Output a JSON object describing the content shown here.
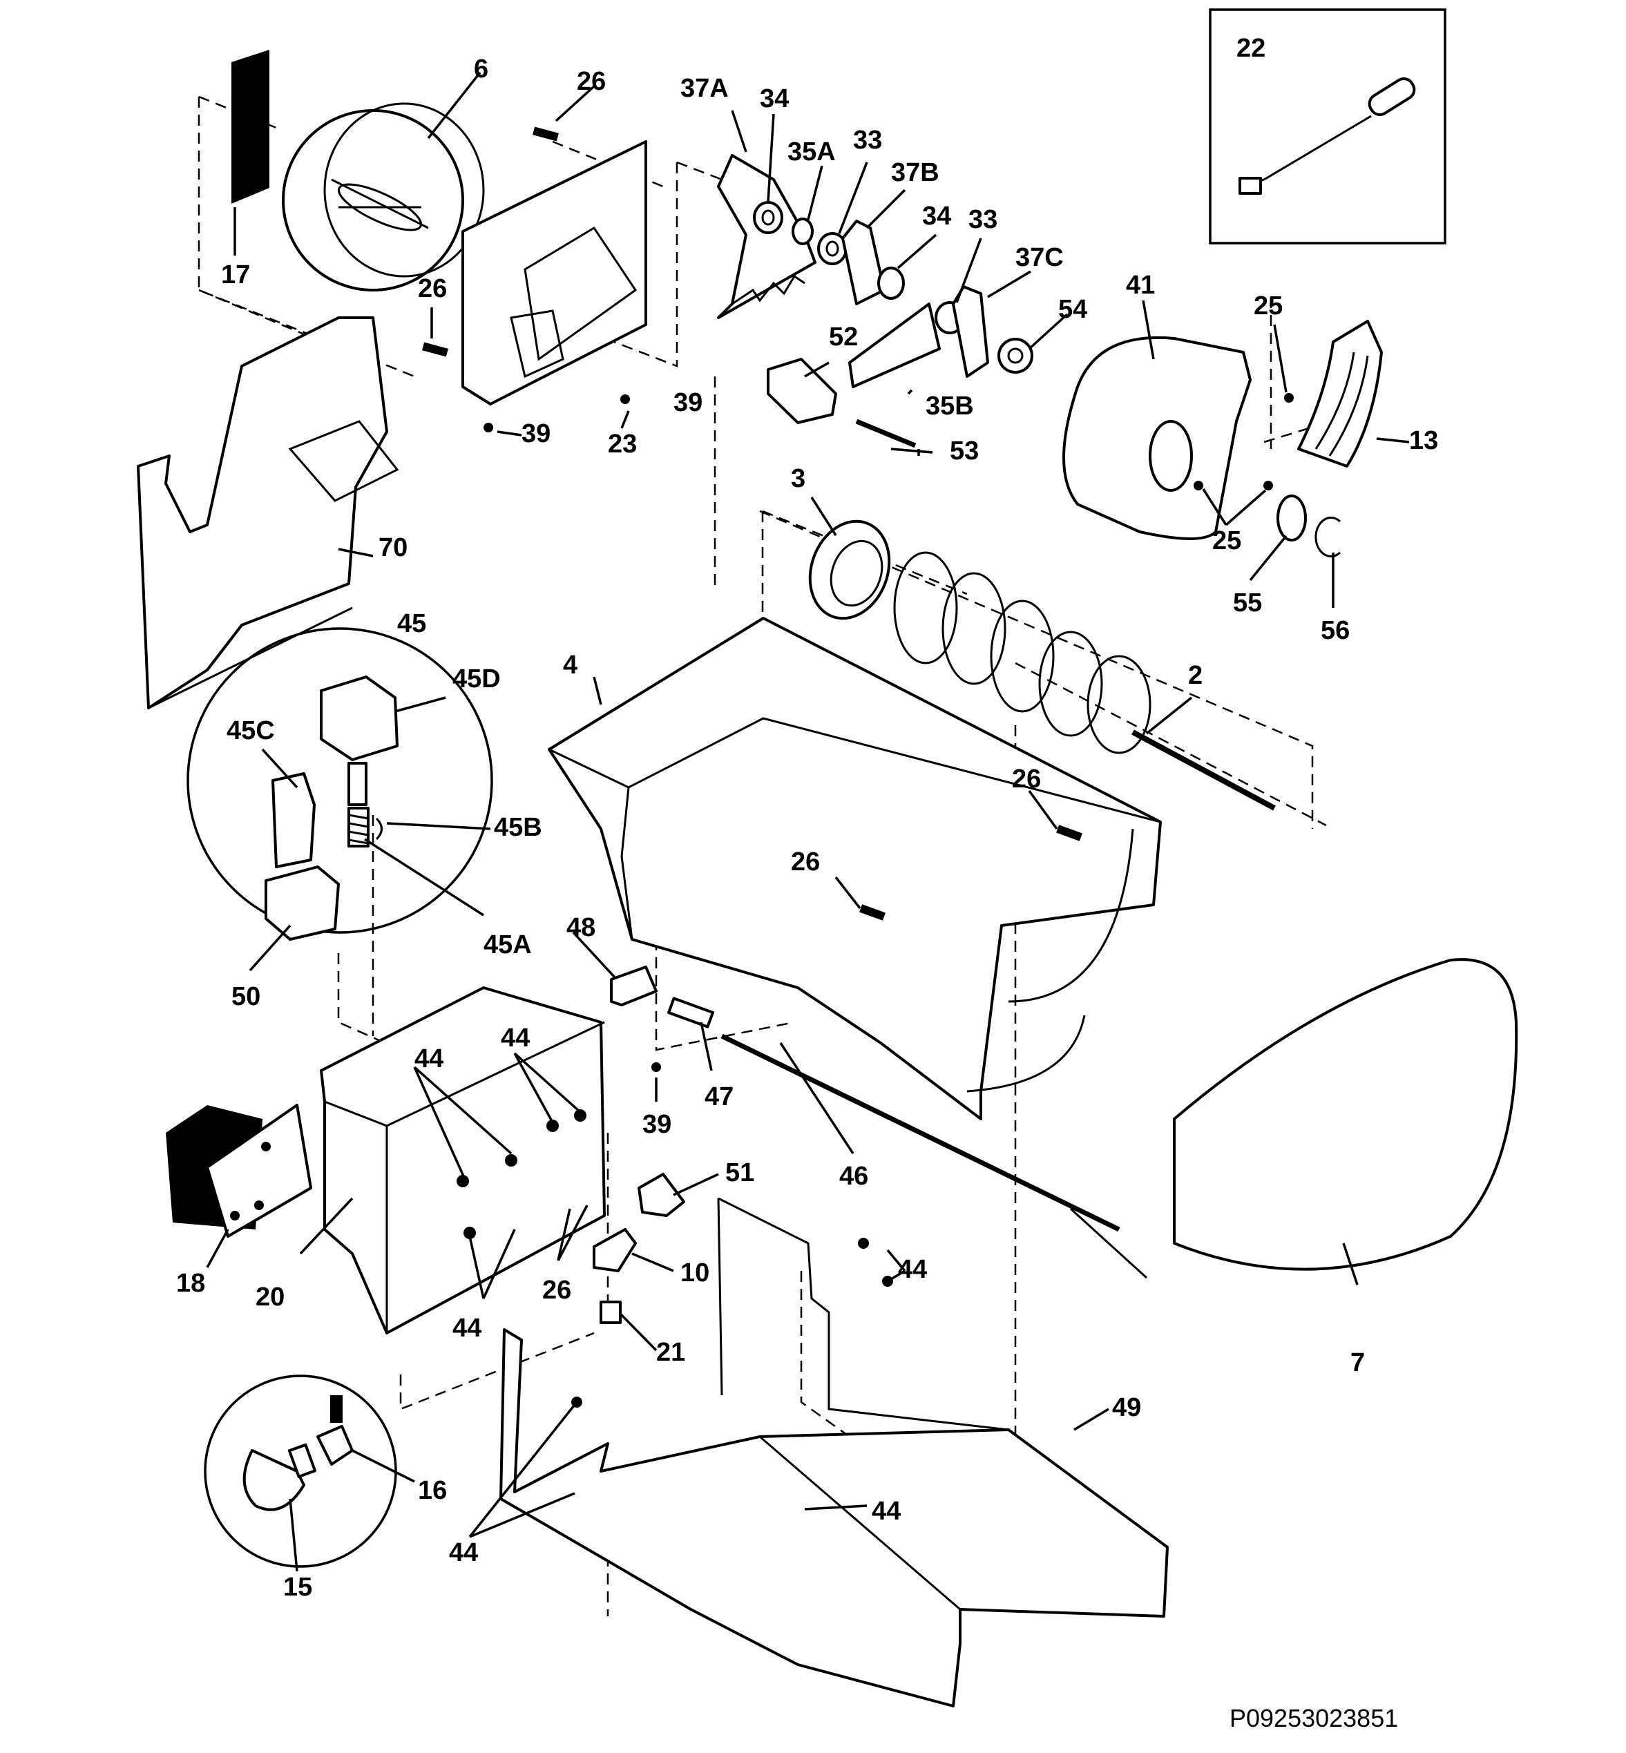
{
  "diagram": {
    "drawing_code": "P09253023851",
    "inset_22_label": "22",
    "labels": {
      "l2": "2",
      "l3": "3",
      "l4": "4",
      "l6": "6",
      "l7": "7",
      "l10": "10",
      "l13": "13",
      "l15": "15",
      "l16": "16",
      "l17": "17",
      "l18": "18",
      "l20": "20",
      "l21": "21",
      "l23": "23",
      "l25a": "25",
      "l25b": "25",
      "l26a": "26",
      "l26b": "26",
      "l26c": "26",
      "l26d": "26",
      "l26e": "26",
      "l33a": "33",
      "l33b": "33",
      "l34a": "34",
      "l34b": "34",
      "l35A": "35A",
      "l35B": "35B",
      "l37A": "37A",
      "l37B": "37B",
      "l37C": "37C",
      "l39a": "39",
      "l39b": "39",
      "l39c": "39",
      "l41": "41",
      "l44a": "44",
      "l44b": "44",
      "l44c": "44",
      "l44d": "44",
      "l44e": "44",
      "l44f": "44",
      "l45": "45",
      "l45A": "45A",
      "l45B": "45B",
      "l45C": "45C",
      "l45D": "45D",
      "l46": "46",
      "l47": "47",
      "l48": "48",
      "l49": "49",
      "l50": "50",
      "l51": "51",
      "l52": "52",
      "l53": "53",
      "l54": "54",
      "l55": "55",
      "l56": "56",
      "l70": "70"
    }
  }
}
